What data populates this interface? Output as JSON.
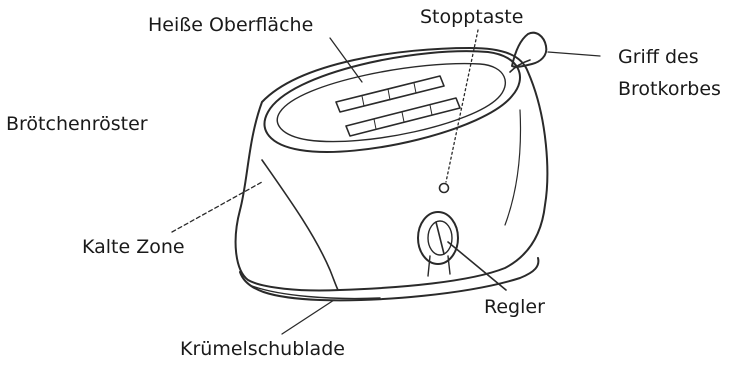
{
  "diagram": {
    "labels": {
      "hot_surface": "Heiße Oberfläche",
      "stop_button": "Stopptaste",
      "bread_basket_handle_line1": "Griff des",
      "bread_basket_handle_line2": "Brotkorbes",
      "bun_warmer": "Brötchenröster",
      "cool_zone": "Kalte Zone",
      "controller": "Regler",
      "crumb_tray": "Krümelschublade"
    },
    "colors": {
      "line": "#2a2a2a",
      "text": "#1a1a1a",
      "background": "#ffffff"
    }
  }
}
